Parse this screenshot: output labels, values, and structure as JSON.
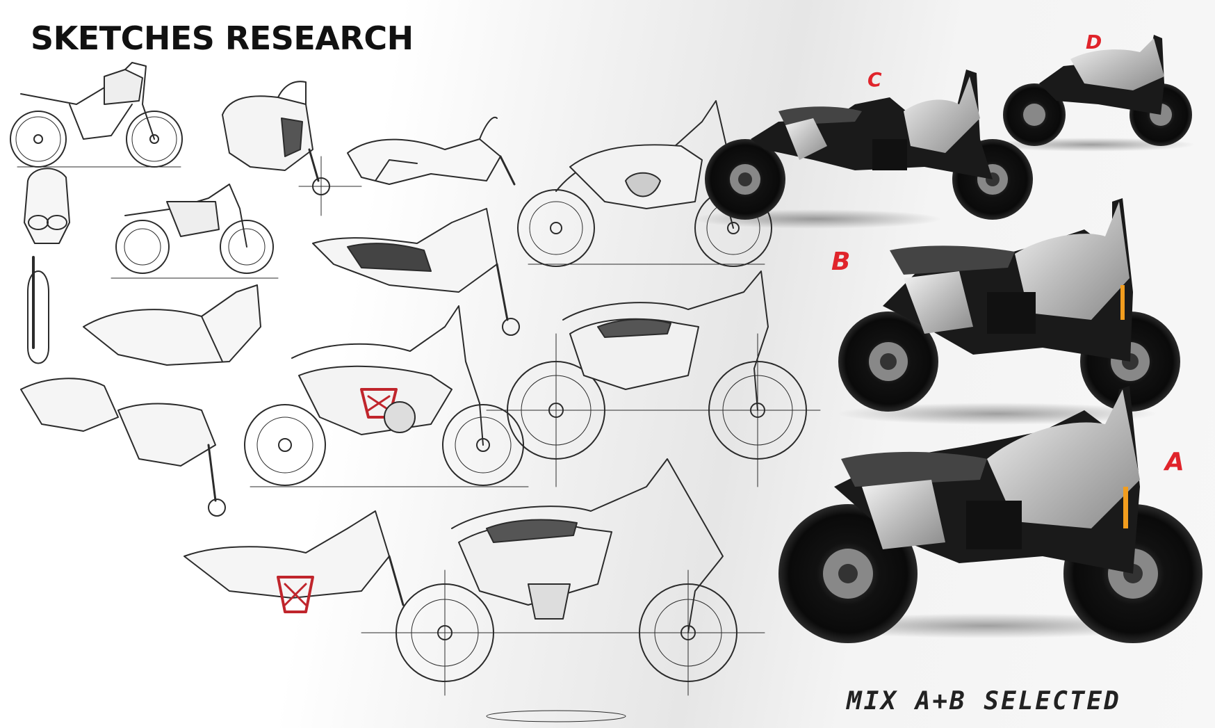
{
  "title": "SKETCHES RESEARCH",
  "labels": {
    "c": "C",
    "d": "D",
    "b": "B",
    "a": "A"
  },
  "footer": "MIX A+B SELECTED",
  "colors": {
    "accent": "#e0242b",
    "ink": "#222222",
    "frame": "#c0252c"
  }
}
